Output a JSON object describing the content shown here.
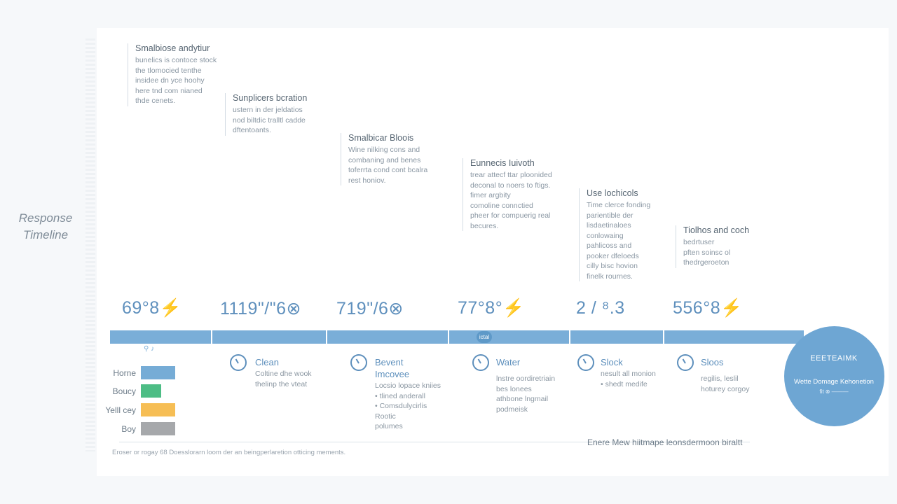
{
  "side_title": "Response\nTimeline",
  "notes": [
    {
      "title": "Smalbiose andytiur",
      "body": "bunelics is contoce stock\nthe tlomocied tenthe\ninsidee dn yce hoohy\nhere tnd com nianed\nthde cenets."
    },
    {
      "title": "Sunplicers bcration",
      "body": "ustern in der jeldatios\nnod biltdic tralltl cadde\ndftentoants."
    },
    {
      "title": "Smalbicar Bloois",
      "body": "Wine nilking cons and\ncombaning and benes\ntoferrta cond cont bcalra\nrest honiov."
    },
    {
      "title": "Eunnecis Iuivoth",
      "body": "trear attecf ttar ploonided\ndeconal to noers to ftigs.\nfimer argbity\ncomoline connctied\npheer for compuerig real\nbecures."
    },
    {
      "title": "Use lochicols",
      "body": "Time clerce fonding\nparientible der\nlisdaetinaloes\nconlowaing\npahlicoss and\npooker dfeloeds\ncilly bisc hovion\nfinelk rournes."
    },
    {
      "title": "Tiolhos and coch",
      "body": "bedrtuser\npften soinsc ol\nthedrgeroeton"
    }
  ],
  "values": [
    "69°8⚡",
    "1119\"/\"6⊗",
    "719\"/6⊗",
    "77°8°⚡",
    "2 / ⁸.3",
    "556°8⚡"
  ],
  "marker": "⚲ ♪",
  "bubble": "ictal",
  "legend": [
    {
      "label": "Horne",
      "color": "#76acd6",
      "fill": 1.0
    },
    {
      "label": "Boucy",
      "color": "#4dbd85",
      "fill": 0.6
    },
    {
      "label": "Yelll cey",
      "color": "#f6be55",
      "fill": 1.0
    },
    {
      "label": "Boy",
      "color": "#a6a8ab",
      "fill": 1.0
    }
  ],
  "steps": [
    {
      "label": "Clean",
      "desc": "Coltine dhe wook\nthelinp the vteat"
    },
    {
      "label": "Bevent\nImcovee",
      "desc": "Locsio lopace kniies\n• tlined anderall\n• Comsdulycirlis\nRootic\npolumes"
    },
    {
      "label": "Water",
      "desc": "lnstre oordiretriain\nbes lonees\nathbone lngmail\npodmeisk"
    },
    {
      "label": "Slock",
      "desc": "nesult all monion\n• shedt medife"
    },
    {
      "label": "Sloos",
      "desc": "regilis, leslil\nhoturey corgoy"
    }
  ],
  "circle": {
    "logo": "EEETEAIMK",
    "title": "Wette Domage Kehonetion",
    "subtitle": "fit ⊗ ———"
  },
  "footnote": "Eroser or rogay 68 Doesslorarn loom der an beingperlaretion otticing mements.",
  "footer_right": "Enere Mew hiitmape leonsdermoon biraltt",
  "colors": {
    "accent": "#6ea6d3",
    "track": "#7aaed8",
    "icon": "#5d8fbc"
  }
}
